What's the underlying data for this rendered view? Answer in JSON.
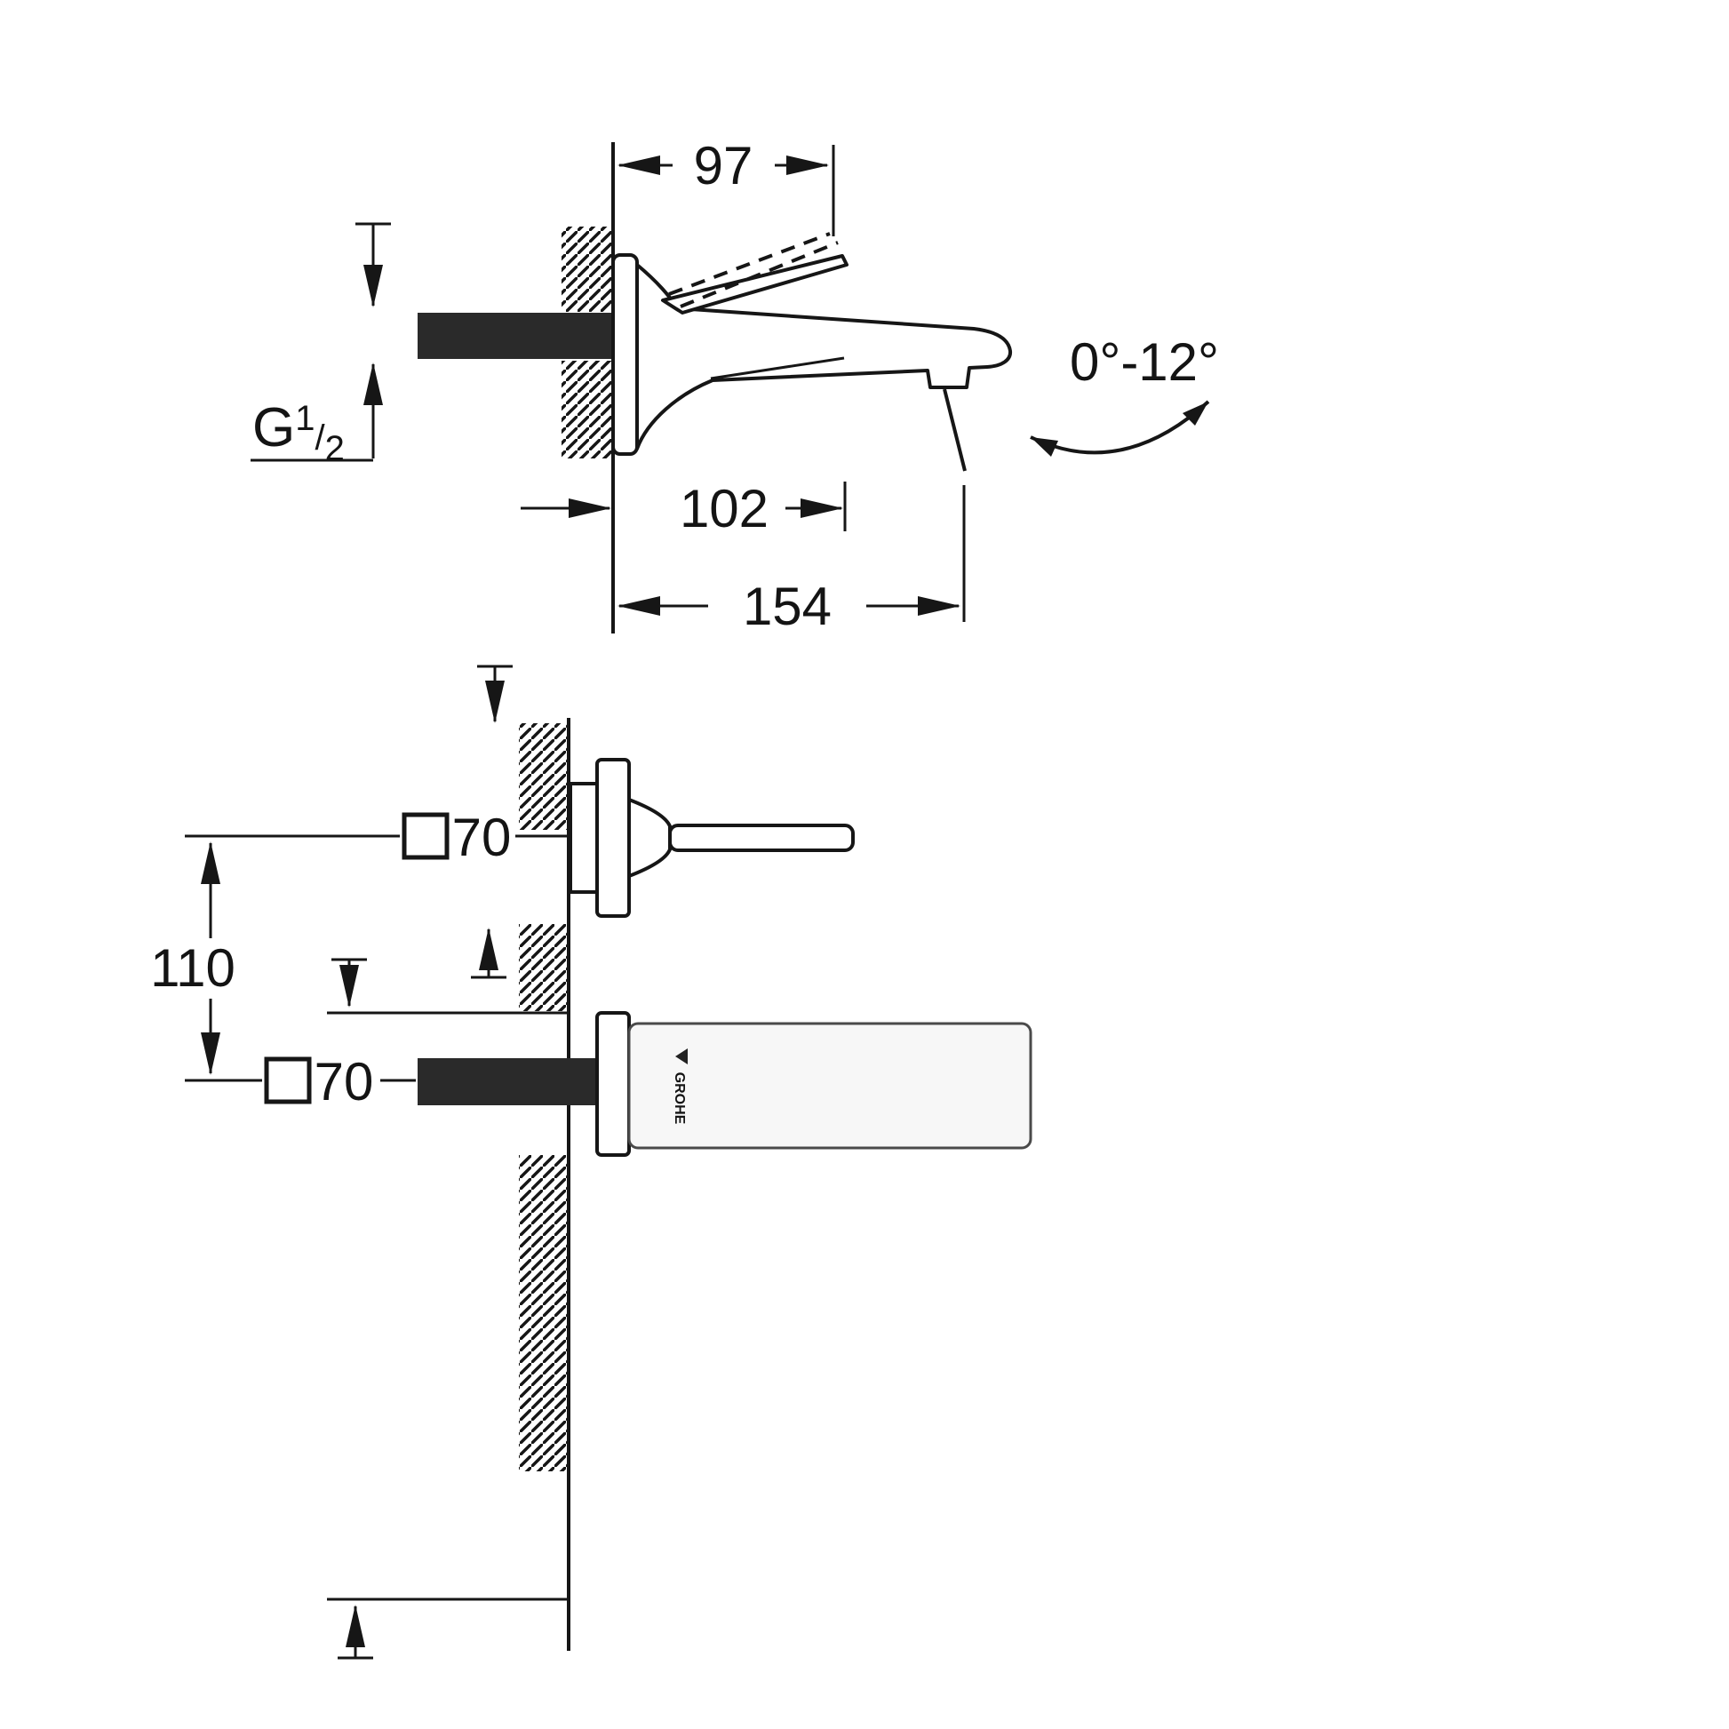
{
  "top_view": {
    "dim_handle_projection": "97",
    "dim_outlet_projection": "102",
    "dim_total_projection": "154",
    "angle_range": "0°-12°",
    "thread": {
      "letter": "G",
      "sup": "1",
      "slash": "/",
      "sub": "2"
    }
  },
  "bottom_view": {
    "handle_plate_size": "70",
    "spout_plate_size": "70",
    "dim_center_distance": "110",
    "brand": "GROHE"
  },
  "colors": {
    "line": "#161616",
    "pipe_fill": "#2a2a2a",
    "spout_body_fill": "#f7f7f7",
    "background": "#ffffff"
  }
}
